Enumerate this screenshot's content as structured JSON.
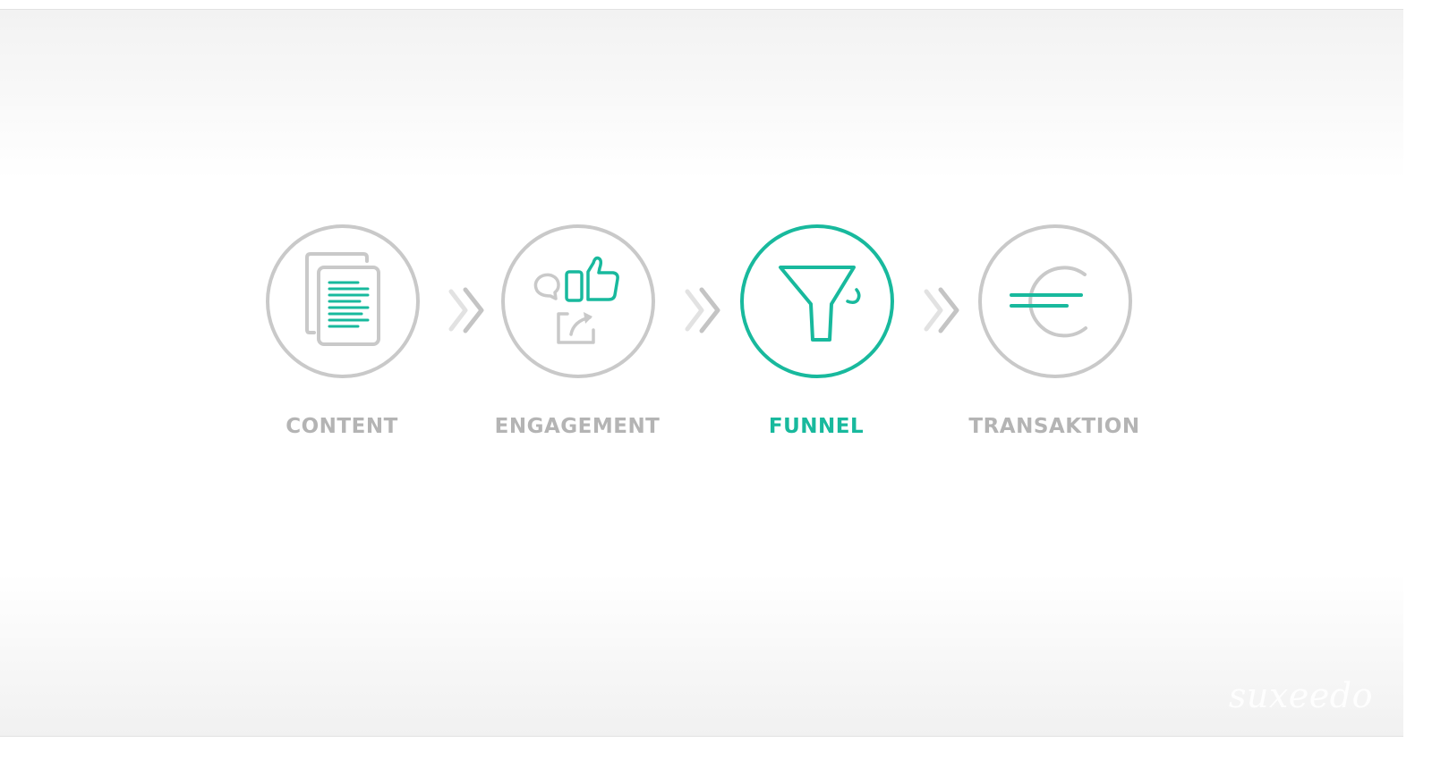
{
  "colors": {
    "inactive": "#c9c9c9",
    "label_inactive": "#b4b4b4",
    "accent": "#18b99d",
    "chevron_light": "#e2e2e2",
    "chevron_dark": "#c4c4c4"
  },
  "steps": [
    {
      "label": "CONTENT",
      "icon": "document-icon",
      "active": false
    },
    {
      "label": "ENGAGEMENT",
      "icon": "engagement-icon",
      "active": false
    },
    {
      "label": "FUNNEL",
      "icon": "funnel-icon",
      "active": true
    },
    {
      "label": "TRANSAKTION",
      "icon": "euro-icon",
      "active": false
    }
  ],
  "connector_icon": "double-chevron-right-icon",
  "brand": "suxeedo"
}
